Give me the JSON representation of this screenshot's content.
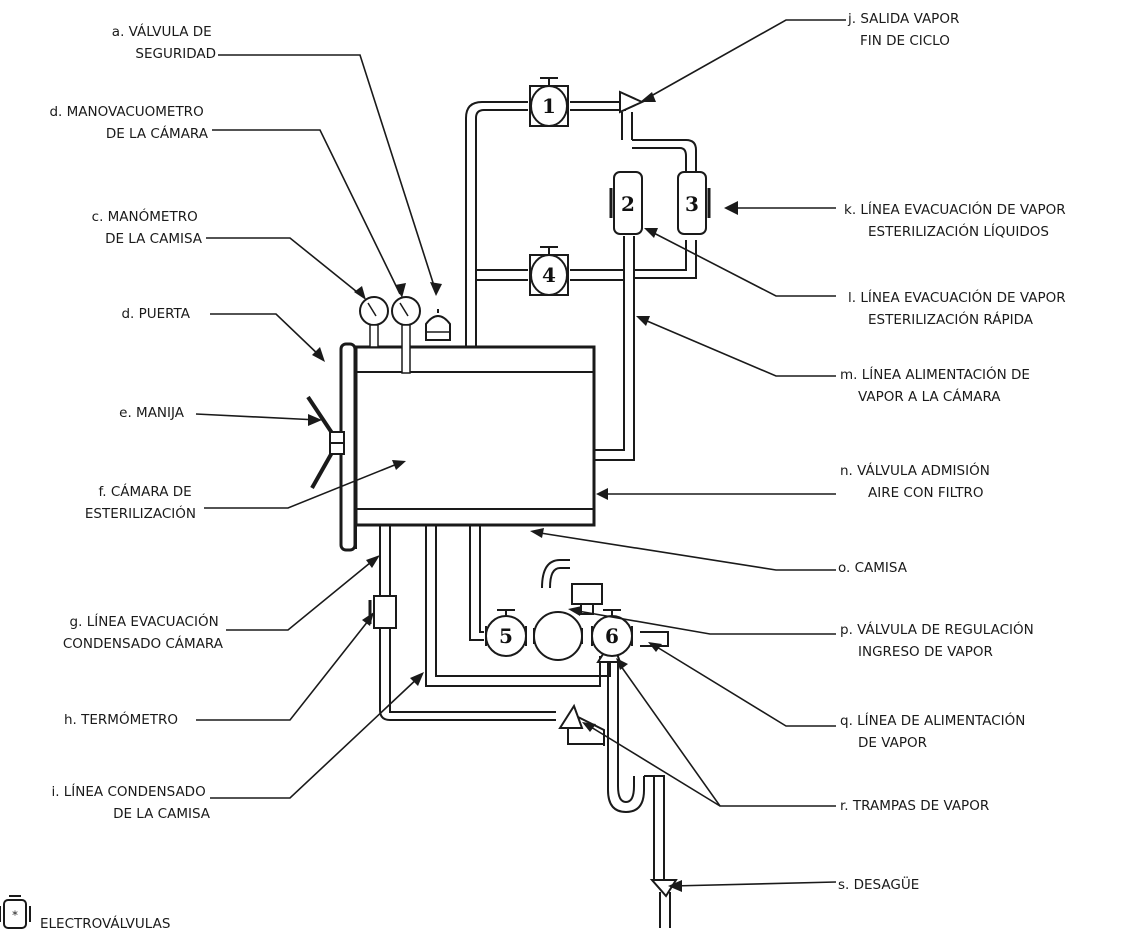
{
  "labels_left": {
    "a": [
      "a. VÁLVULA DE",
      "SEGURIDAD"
    ],
    "d_mano": [
      "d. MANOVACUOMETRO",
      "DE LA CÁMARA"
    ],
    "c": [
      "c. MANÓMETRO",
      "DE LA CAMISA"
    ],
    "d_puerta": [
      "d. PUERTA"
    ],
    "e": [
      "e. MANIJA"
    ],
    "f": [
      "f. CÁMARA DE",
      "ESTERILIZACIÓN"
    ],
    "g": [
      "g. LÍNEA EVACUACIÓN",
      "CONDENSADO CÁMARA"
    ],
    "h": [
      "h. TERMÓMETRO"
    ],
    "i": [
      "i. LÍNEA CONDENSADO",
      "DE LA CAMISA"
    ]
  },
  "labels_right": {
    "j": [
      "j. SALIDA VAPOR",
      "FIN DE CICLO"
    ],
    "k": [
      "k. LÍNEA EVACUACIÓN DE VAPOR",
      "ESTERILIZACIÓN LÍQUIDOS"
    ],
    "l": [
      "l. LÍNEA EVACUACIÓN DE VAPOR",
      "ESTERILIZACIÓN RÁPIDA"
    ],
    "m": [
      "m. LÍNEA ALIMENTACIÓN DE",
      "VAPOR A LA CÁMARA"
    ],
    "n": [
      "n. VÁLVULA ADMISIÓN",
      "AIRE CON FILTRO"
    ],
    "o": [
      "o. CAMISA"
    ],
    "p": [
      "p. VÁLVULA DE REGULACIÓN",
      "INGRESO DE VAPOR"
    ],
    "q": [
      "q. LÍNEA DE ALIMENTACIÓN",
      "DE VAPOR"
    ],
    "r": [
      "r. TRAMPAS DE VAPOR"
    ],
    "s": [
      "s. DESAGÜE"
    ]
  },
  "valve_numbers": [
    "1",
    "2",
    "3",
    "4",
    "5",
    "6"
  ],
  "legend": {
    "label": "ELECTROVÁLVULAS"
  },
  "icons": {
    "legend_symbol": "solenoid-valve-icon"
  },
  "colors": {
    "ink": "#1a1a1a",
    "background": "#ffffff"
  }
}
